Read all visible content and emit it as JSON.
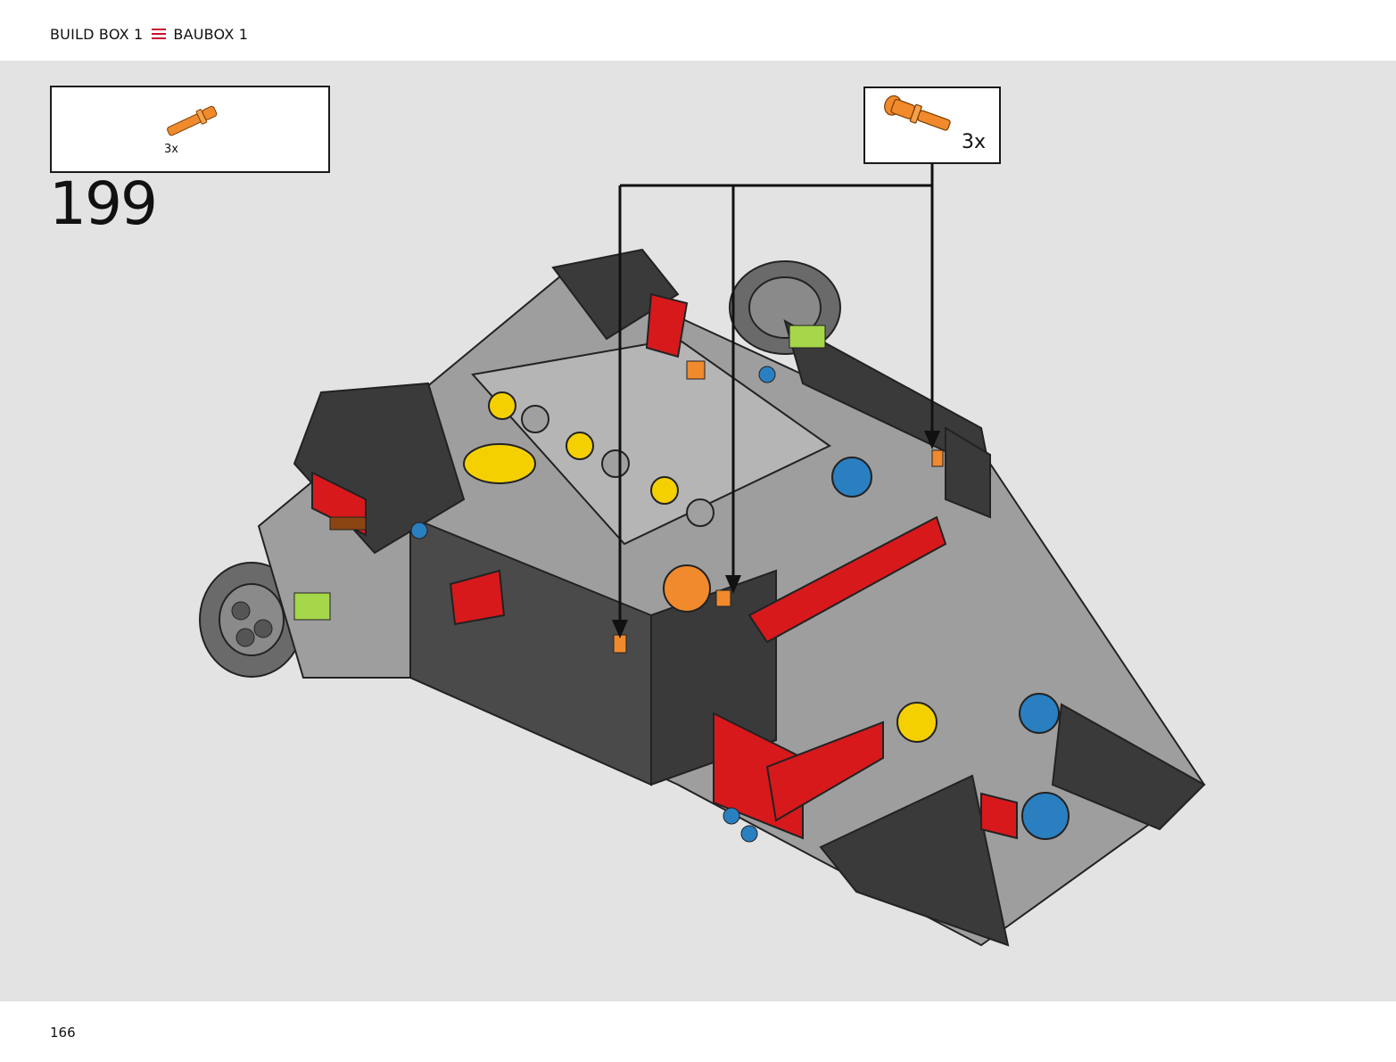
{
  "header": {
    "left_label": "BUILD BOX 1",
    "right_label": "BAUBOX 1",
    "separator_icon": "triple-bar-icon",
    "separator_color": "#c8102e"
  },
  "parts_list": {
    "quantity": "3x",
    "part_icon": "orange-axle-pin-icon",
    "part_color": "#f08a2c"
  },
  "step": {
    "number": "199"
  },
  "callout": {
    "quantity": "3x",
    "part_icon": "orange-axle-pin-icon",
    "arrow_count": 3
  },
  "footer": {
    "page_number": "166"
  },
  "colors": {
    "background": "#e3e3e3",
    "dark_beam": "#3a3a3a",
    "red": "#d7191c",
    "yellow": "#f5d000",
    "blue": "#2a7fc1",
    "orange": "#f08a2c",
    "lime": "#a6d64a",
    "grey": "#9c9c9c"
  }
}
